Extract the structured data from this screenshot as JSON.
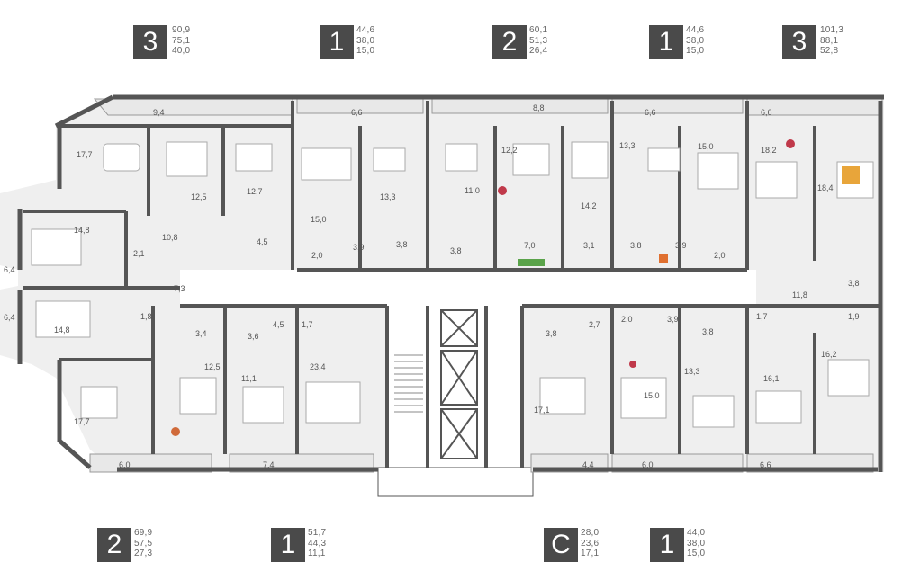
{
  "apartments_top": [
    {
      "type": "3",
      "areas": [
        "90,9",
        "75,1",
        "40,0"
      ]
    },
    {
      "type": "1",
      "areas": [
        "44,6",
        "38,0",
        "15,0"
      ]
    },
    {
      "type": "2",
      "areas": [
        "60,1",
        "51,3",
        "26,4"
      ]
    },
    {
      "type": "1",
      "areas": [
        "44,6",
        "38,0",
        "15,0"
      ]
    },
    {
      "type": "3",
      "areas": [
        "101,3",
        "88,1",
        "52,8"
      ]
    }
  ],
  "apartments_bottom": [
    {
      "type": "2",
      "areas": [
        "69,9",
        "57,5",
        "27,3"
      ]
    },
    {
      "type": "1",
      "areas": [
        "51,7",
        "44,3",
        "11,1"
      ]
    },
    {
      "type": "C",
      "areas": [
        "28,0",
        "23,6",
        "17,1"
      ]
    },
    {
      "type": "1",
      "areas": [
        "44,0",
        "38,0",
        "15,0"
      ]
    }
  ],
  "room_areas": {
    "r01": "17,7",
    "r02": "9,4",
    "r03": "12,5",
    "r04": "12,7",
    "r05": "6,6",
    "r06": "15,0",
    "r07": "13,3",
    "r08": "8,8",
    "r09": "11,0",
    "r10": "12,2",
    "r11": "14,2",
    "r12": "6,6",
    "r13": "13,3",
    "r14": "15,0",
    "r15": "6,6",
    "r16": "18,2",
    "r17": "18,4",
    "r18": "14,8",
    "r19": "10,8",
    "r20": "4,5",
    "r21": "2,0",
    "r22": "3,9",
    "r23": "3,8",
    "r24": "3,8",
    "r25": "7,0",
    "r26": "3,1",
    "r27": "3,8",
    "r28": "3,9",
    "r29": "2,0",
    "r30": "6,4",
    "r31": "2,1",
    "r32": "7,3",
    "r33": "1,8",
    "r34": "11,8",
    "r35": "3,8",
    "r36": "1,9",
    "r37": "6,4",
    "r38": "14,8",
    "r39": "3,4",
    "r40": "3,6",
    "r41": "4,5",
    "r42": "1,7",
    "r43": "23,4",
    "r44": "12,5",
    "r45": "11,1",
    "r46": "3,8",
    "r47": "2,7",
    "r48": "2,0",
    "r49": "3,9",
    "r50": "3,8",
    "r51": "1,7",
    "r52": "13,3",
    "r53": "15,0",
    "r54": "17,1",
    "r55": "16,1",
    "r56": "16,2",
    "r57": "17,7",
    "r58": "6,0",
    "r59": "7,4",
    "r60": "4,4",
    "r61": "6,0",
    "r62": "6,6"
  }
}
